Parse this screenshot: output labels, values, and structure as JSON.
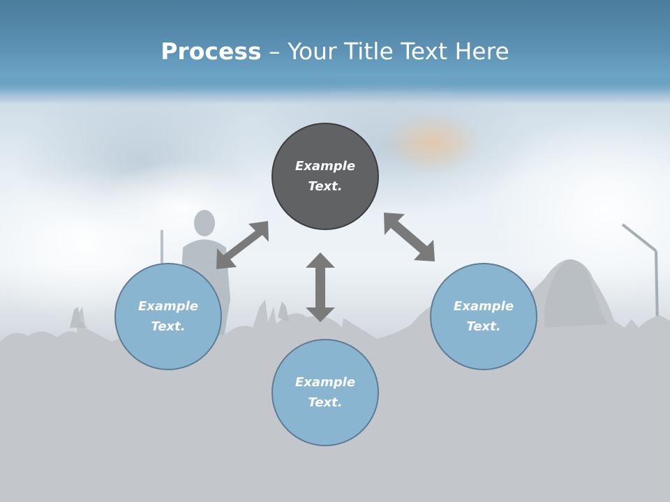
{
  "title": {
    "bold": "Process",
    "rest": " – Your Title Text Here"
  },
  "nodes": {
    "top": {
      "line1": "Example",
      "line2": "Text."
    },
    "left": {
      "line1": "Example",
      "line2": "Text."
    },
    "right": {
      "line1": "Example",
      "line2": "Text."
    },
    "bottom": {
      "line1": "Example",
      "line2": "Text."
    }
  },
  "colors": {
    "title_bar": "#5e93b5",
    "center_node_fill": "#616264",
    "outer_node_fill": "#8ab5d1",
    "outer_node_border": "#5e7c94",
    "arrow": "#7a7a7a"
  }
}
